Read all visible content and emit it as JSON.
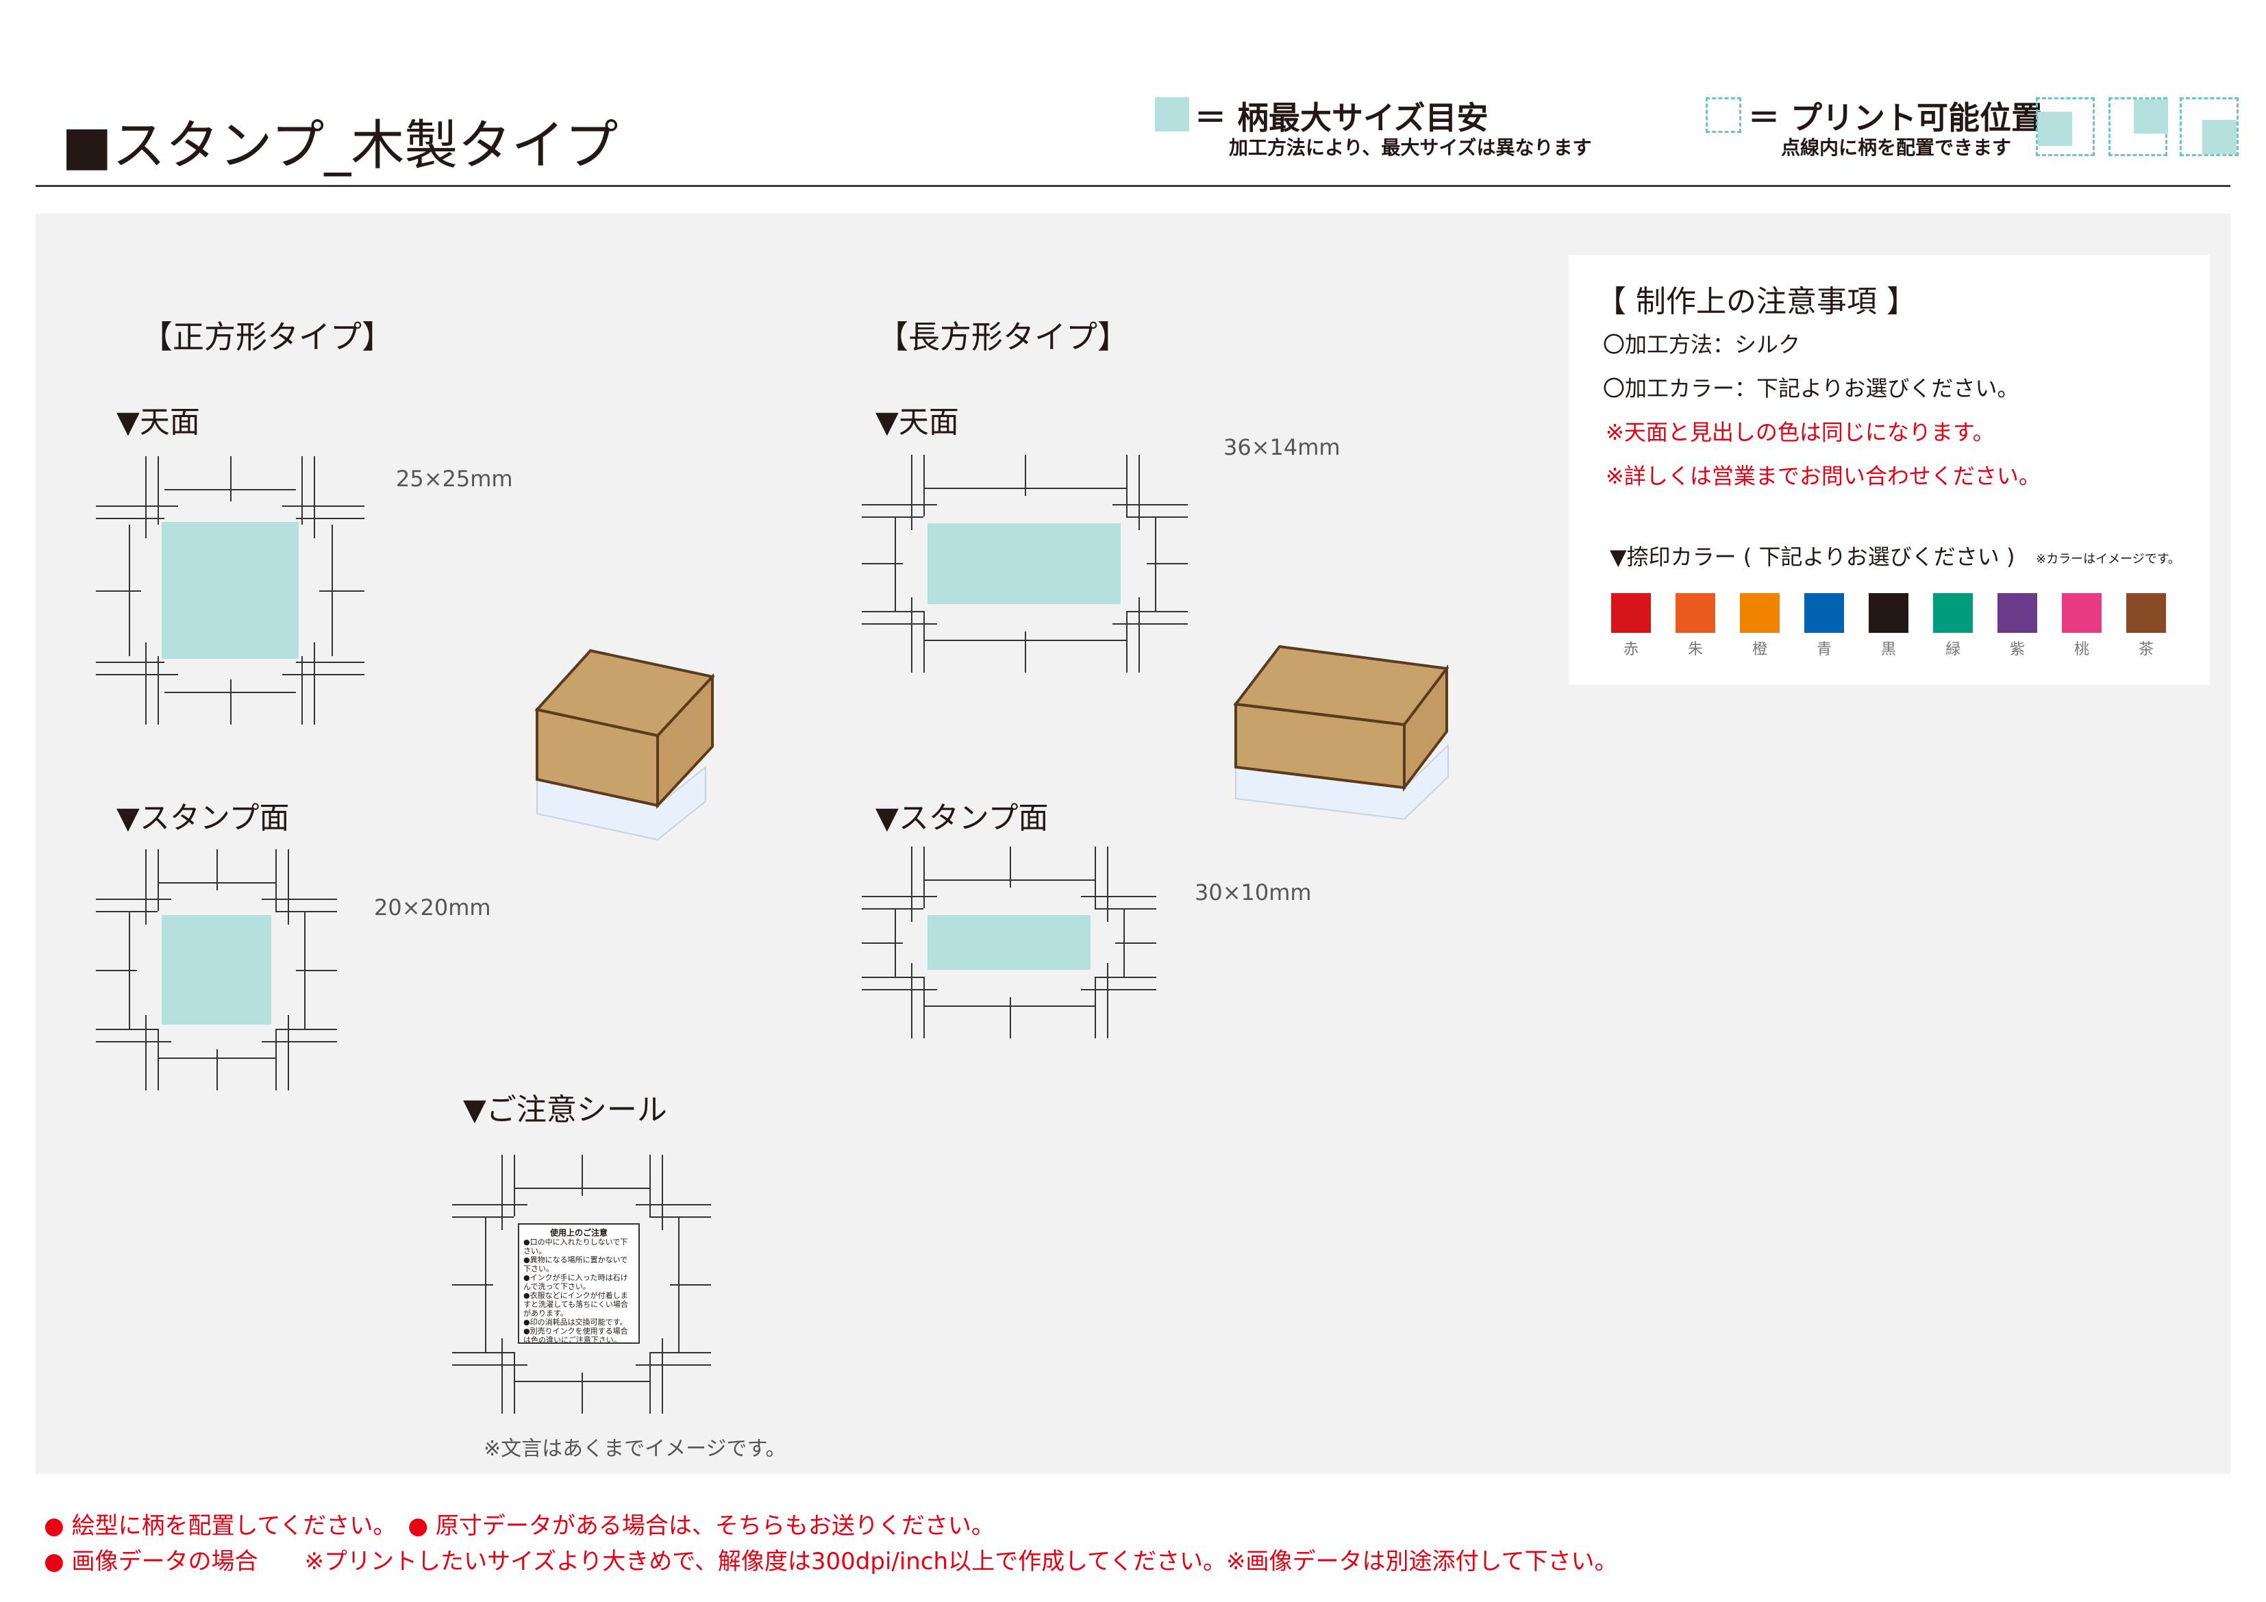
{
  "header": {
    "title": "■スタンプ_木製タイプ",
    "legend_area_title": "＝ 柄最大サイズ目安",
    "legend_area_sub": "加工方法により、最大サイズは異なります",
    "legend_print_title": "＝ プリント可能位置",
    "legend_print_sub": "点線内に柄を配置できます"
  },
  "square": {
    "heading": "【正方形タイプ】",
    "top_label": "▼天面",
    "top_dim": "25×25mm",
    "stamp_label": "▼スタンプ面",
    "stamp_dim": "20×20mm"
  },
  "rect": {
    "heading": "【長方形タイプ】",
    "top_label": "▼天面",
    "top_dim": "36×14mm",
    "stamp_label": "▼スタンプ面",
    "stamp_dim": "30×10mm"
  },
  "seal": {
    "label": "▼ご注意シール",
    "note": "※文言はあくまでイメージです。",
    "heading": "使用上のご注意",
    "lines": [
      "●口の中に入れたりしないで下さい。",
      "●異物になる場所に置かないで下さい。",
      "●インクが手に入った時は石けんで洗って下さい。",
      "●衣服などにインクが付着しますと洗濯しても落ちにくい場合があります。",
      "●印の消耗品は交換可能です。",
      "●別売りインクを使用する場合は色の違いにご注意下さい。"
    ]
  },
  "notes": {
    "title": "【 制作上の注意事項 】",
    "method": "〇加工方法：シルク",
    "color": "〇加工カラー：下記よりお選びください。",
    "warn1": "※天面と見出しの色は同じになります。",
    "warn2": "※詳しくは営業までお問い合わせください。",
    "ink_title": "▼捺印カラー ( 下記よりお選びください )",
    "ink_note": "※カラーはイメージです。",
    "swatches": [
      {
        "label": "赤",
        "color": "#d7141a"
      },
      {
        "label": "朱",
        "color": "#eb5b20"
      },
      {
        "label": "橙",
        "color": "#f08300"
      },
      {
        "label": "青",
        "color": "#0062b1"
      },
      {
        "label": "黒",
        "color": "#231815"
      },
      {
        "label": "緑",
        "color": "#009c7e"
      },
      {
        "label": "紫",
        "color": "#6a3b8a"
      },
      {
        "label": "桃",
        "color": "#e73c83"
      },
      {
        "label": "茶",
        "color": "#8a4a25"
      }
    ]
  },
  "footer": {
    "line1": "● 絵型に柄を配置してください。　● 原寸データがある場合は、そちらもお送りください。",
    "line2": "● 画像データの場合　　※プリントしたいサイズより大きめで、解像度は300dpi/inch以上で作成してください。※画像データは別途添付して下さい。"
  },
  "colors": {
    "area": "#b6e0de",
    "dash": "#6fc4c0",
    "panel": "#f2f2f2",
    "wood": "#c9a26b",
    "red": "#e60012"
  }
}
